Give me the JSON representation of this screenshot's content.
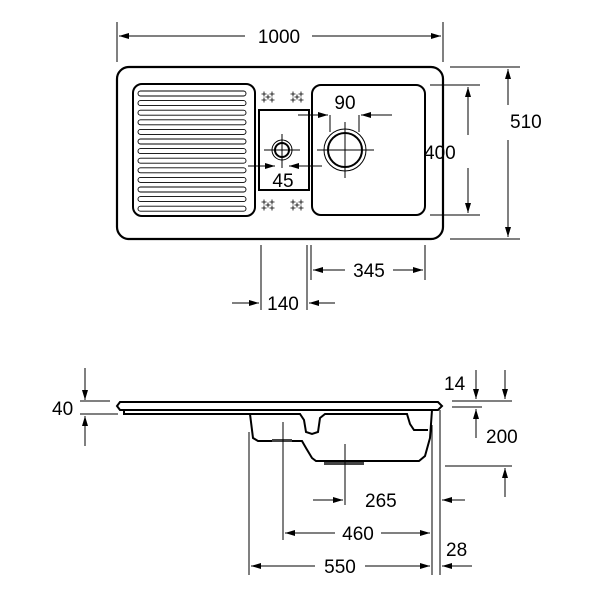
{
  "top_view": {
    "width_label": "1000",
    "depth_label": "510",
    "bowl_depth_label": "400",
    "bowl_width_label": "345",
    "small_bowl_offset_label": "140",
    "main_drain_label": "90",
    "small_drain_label": "45"
  },
  "side_view": {
    "edge_height_label": "40",
    "rim_label": "14",
    "bowl_height_label": "200",
    "drain_offset_label": "265",
    "drain_span_label": "460",
    "bowl_span_label": "550",
    "edge_offset_label": "28"
  },
  "colors": {
    "line": "#000000",
    "background": "#ffffff"
  }
}
